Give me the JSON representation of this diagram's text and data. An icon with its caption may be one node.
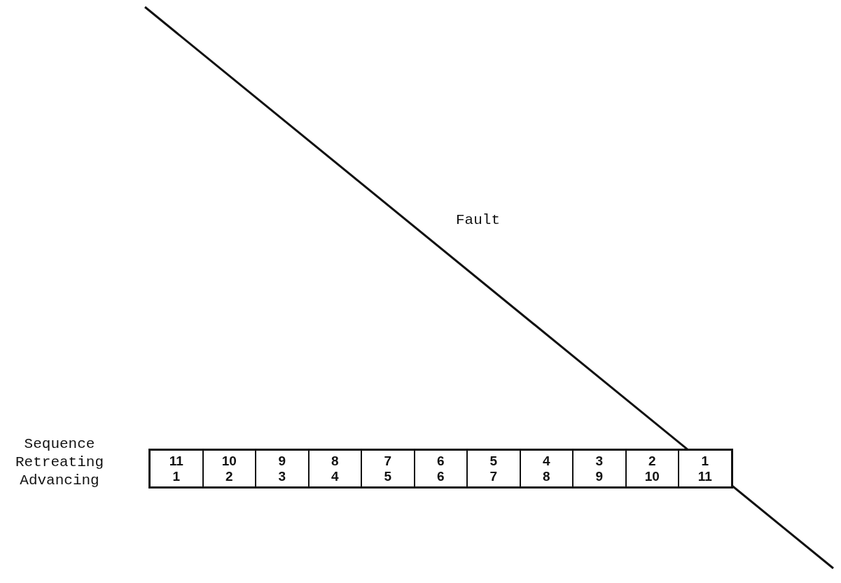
{
  "diagram": {
    "nodes": [
      {
        "text": [
          "11",
          "1"
        ]
      },
      {
        "text": [
          "10",
          "2"
        ]
      },
      {
        "text": [
          "9",
          "3"
        ]
      },
      {
        "text": [
          "8",
          "4"
        ]
      },
      {
        "text": [
          "7",
          "5"
        ]
      },
      {
        "text": [
          "6",
          "6"
        ]
      },
      {
        "text": [
          "5",
          "7"
        ]
      },
      {
        "text": [
          "4",
          "8"
        ]
      },
      {
        "text": [
          "3",
          "9"
        ]
      },
      {
        "text": [
          "2",
          "10"
        ]
      },
      {
        "text": [
          "1",
          "11"
        ]
      }
    ],
    "labels": [
      "Fault",
      "Sequence",
      "Retreating",
      "Advancing"
    ]
  }
}
